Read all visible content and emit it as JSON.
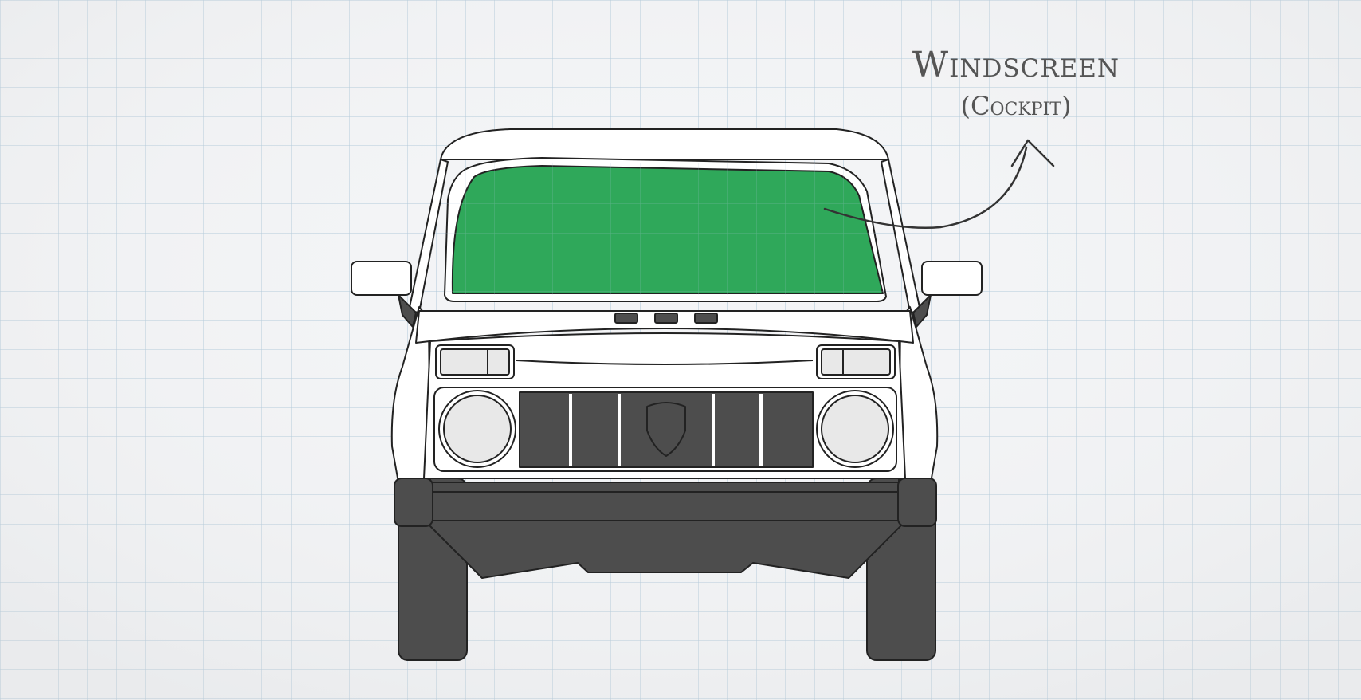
{
  "annotation": {
    "title": "Windscreen",
    "subtitle": "(Cockpit)"
  },
  "colors": {
    "paper": "#f3f4f6",
    "grid": "#a9c4d6",
    "highlight": "#2fa85a",
    "outline": "#222222",
    "dark_fill": "#4d4d4d",
    "light_fill": "#ffffff",
    "lamp_fill": "#e8e8e8",
    "label": "#555555"
  },
  "parts": {
    "highlighted": "windscreen",
    "icon": "car-front-view-icon"
  }
}
